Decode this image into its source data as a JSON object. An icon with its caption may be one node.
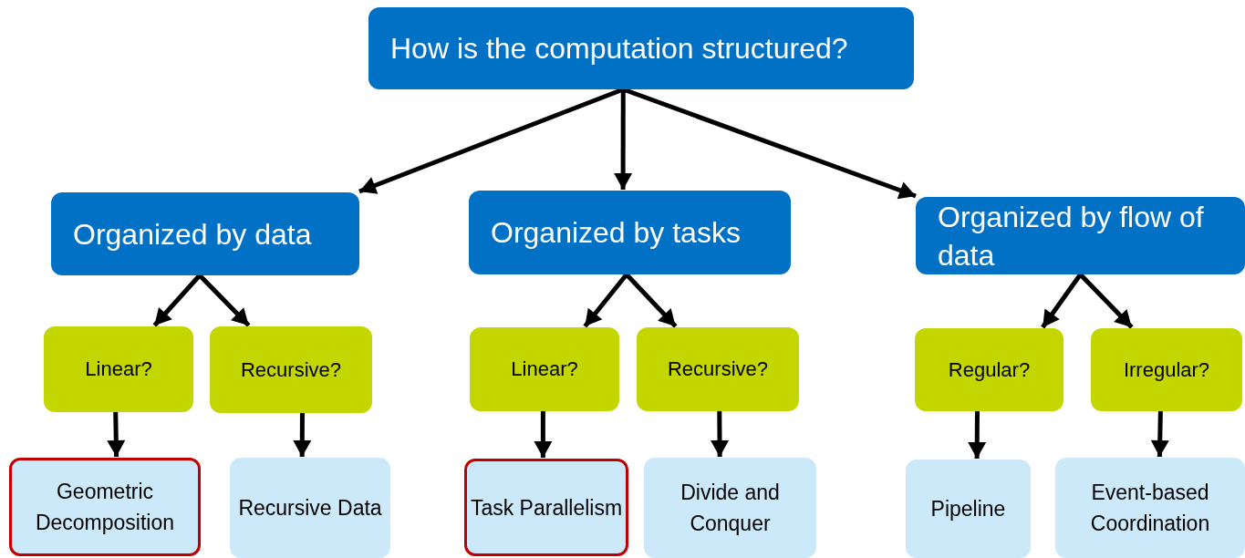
{
  "diagram": {
    "nodes": [
      {
        "text": [
          "How is the computation structured?"
        ]
      },
      {
        "text": [
          "Organized by data"
        ]
      },
      {
        "text": [
          "Organized by tasks"
        ]
      },
      {
        "text": [
          "Organized by flow of data"
        ]
      },
      {
        "text": [
          "Linear?"
        ]
      },
      {
        "text": [
          "Recursive?"
        ]
      },
      {
        "text": [
          "Linear?"
        ]
      },
      {
        "text": [
          "Recursive?"
        ]
      },
      {
        "text": [
          "Regular?"
        ]
      },
      {
        "text": [
          "Irregular?"
        ]
      },
      {
        "text": [
          "Geometric Decomposition"
        ]
      },
      {
        "text": [
          "Recursive Data"
        ]
      },
      {
        "text": [
          "Task Parallelism"
        ]
      },
      {
        "text": [
          "Divide and Conquer"
        ]
      },
      {
        "text": [
          "Pipeline"
        ]
      },
      {
        "text": [
          "Event-based Coordination"
        ]
      }
    ],
    "edges": [
      {
        "from": 0,
        "to": 1,
        "arrow": "to"
      },
      {
        "from": 0,
        "to": 2,
        "arrow": "to"
      },
      {
        "from": 0,
        "to": 3,
        "arrow": "to"
      },
      {
        "from": 1,
        "to": 4,
        "arrow": "to"
      },
      {
        "from": 1,
        "to": 5,
        "arrow": "to"
      },
      {
        "from": 2,
        "to": 6,
        "arrow": "to"
      },
      {
        "from": 2,
        "to": 7,
        "arrow": "to"
      },
      {
        "from": 3,
        "to": 8,
        "arrow": "to"
      },
      {
        "from": 3,
        "to": 9,
        "arrow": "to"
      },
      {
        "from": 4,
        "to": 10,
        "arrow": "to"
      },
      {
        "from": 5,
        "to": 11,
        "arrow": "to"
      },
      {
        "from": 6,
        "to": 12,
        "arrow": "to"
      },
      {
        "from": 7,
        "to": 13,
        "arrow": "to"
      },
      {
        "from": 8,
        "to": 14,
        "arrow": "to"
      },
      {
        "from": 9,
        "to": 15,
        "arrow": "to"
      }
    ]
  }
}
